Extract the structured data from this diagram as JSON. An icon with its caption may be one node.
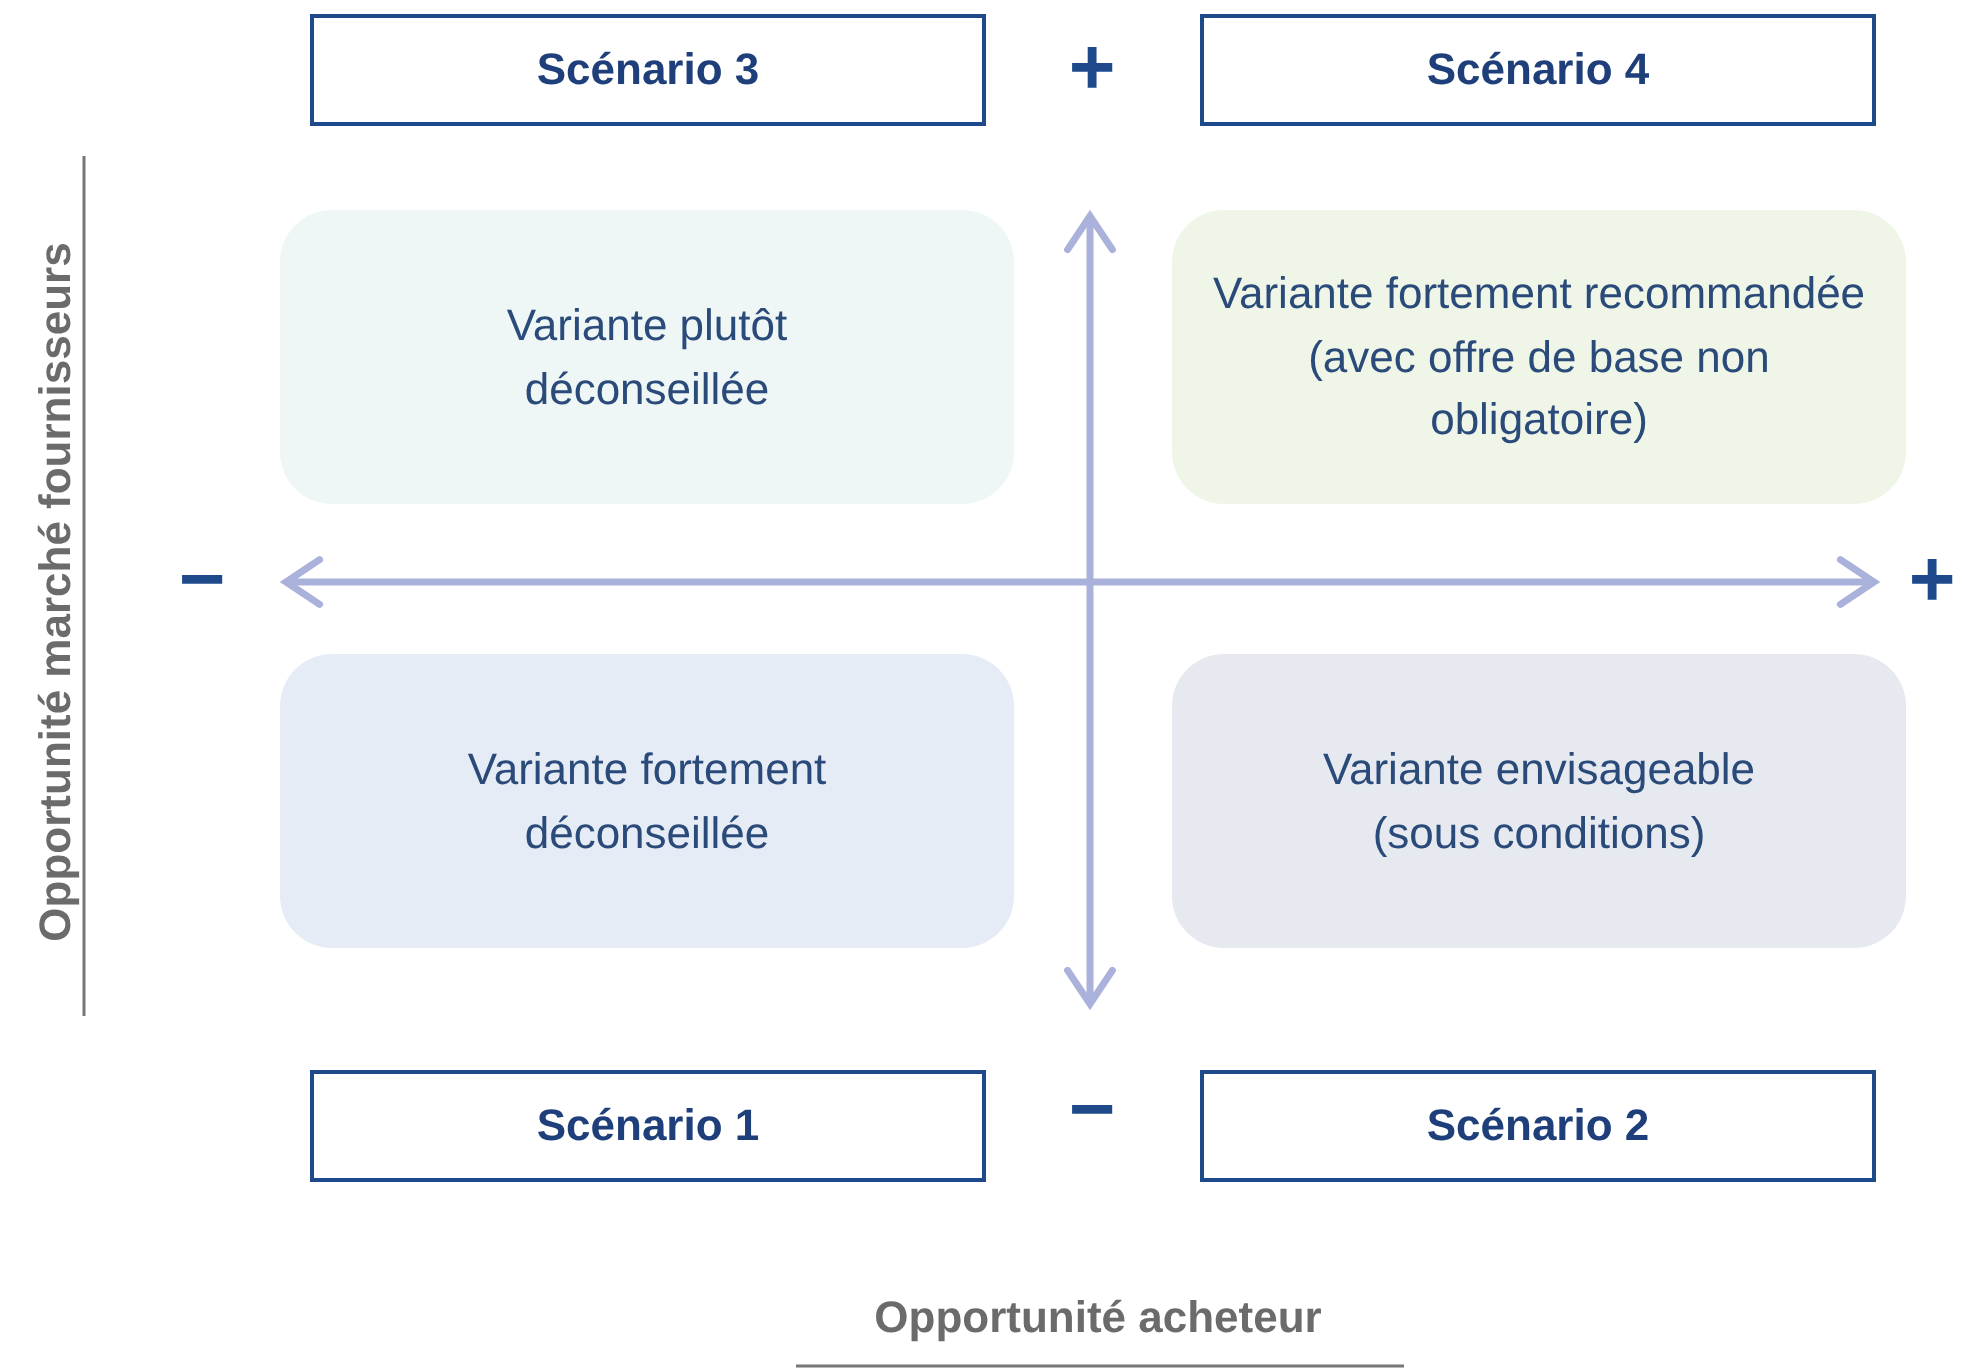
{
  "diagram": {
    "nodes": [
      {
        "text": [
          "Scénario 3"
        ]
      },
      {
        "text": [
          "Scénario 4"
        ]
      },
      {
        "text": [
          "Variante plutôt déconseillée"
        ]
      },
      {
        "text": [
          "Variante fortement recommandée (avec offre de base non obligatoire)"
        ]
      },
      {
        "text": [
          "Variante fortement déconseillée"
        ]
      },
      {
        "text": [
          "Variante envisageable (sous conditions)"
        ]
      },
      {
        "text": [
          "Scénario 1"
        ]
      },
      {
        "text": [
          "Scénario 2"
        ]
      }
    ],
    "labels": [
      "+",
      "−",
      "+",
      "−",
      "Opportunité marché fournisseurs",
      "Opportunité acheteur"
    ]
  }
}
